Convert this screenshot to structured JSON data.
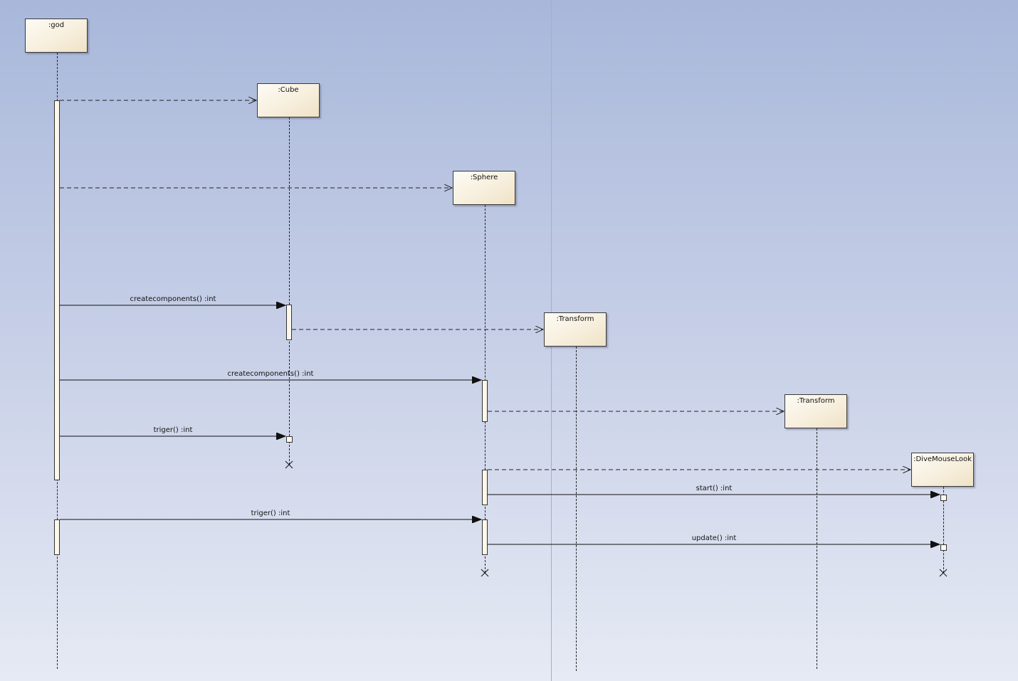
{
  "diagram": {
    "type": "sequence",
    "lifelines": [
      {
        "id": "god",
        "label": ":god"
      },
      {
        "id": "cube",
        "label": ":Cube"
      },
      {
        "id": "sphere",
        "label": ":Sphere"
      },
      {
        "id": "transform1",
        "label": ":Transform"
      },
      {
        "id": "transform2",
        "label": ":Transform"
      },
      {
        "id": "divemouselook",
        "label": ":DiveMouseLook"
      }
    ],
    "messages": [
      {
        "from": "god",
        "to": "cube",
        "kind": "create",
        "label": ""
      },
      {
        "from": "god",
        "to": "sphere",
        "kind": "create",
        "label": ""
      },
      {
        "from": "god",
        "to": "cube",
        "kind": "call",
        "label": "createcomponents() :int"
      },
      {
        "from": "cube",
        "to": "transform1",
        "kind": "create",
        "label": ""
      },
      {
        "from": "god",
        "to": "sphere",
        "kind": "call",
        "label": "createcomponents() :int"
      },
      {
        "from": "sphere",
        "to": "transform2",
        "kind": "create",
        "label": ""
      },
      {
        "from": "god",
        "to": "cube",
        "kind": "call",
        "label": "triger() :int"
      },
      {
        "from": "sphere",
        "to": "divemouselook",
        "kind": "create",
        "label": ""
      },
      {
        "from": "sphere",
        "to": "divemouselook",
        "kind": "call",
        "label": "start() :int"
      },
      {
        "from": "god",
        "to": "sphere",
        "kind": "call",
        "label": "triger() :int"
      },
      {
        "from": "sphere",
        "to": "divemouselook",
        "kind": "call",
        "label": "update() :int"
      }
    ],
    "destroyed": [
      "cube",
      "sphere",
      "divemouselook"
    ]
  }
}
